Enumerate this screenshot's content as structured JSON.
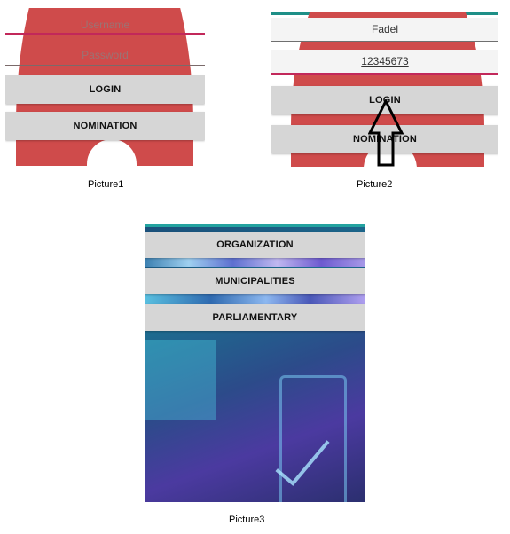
{
  "picture1": {
    "caption": "Picture1",
    "username_placeholder": "Username",
    "password_placeholder": "Password",
    "login_label": "LOGIN",
    "nomination_label": "NOMINATION"
  },
  "picture2": {
    "caption": "Picture2",
    "username_value": "Fadel",
    "password_value": "12345673",
    "login_label": "LOGIN",
    "nomination_label": "NOMINATION"
  },
  "picture3": {
    "caption": "Picture3",
    "buttons": [
      "ORGANIZATION",
      "MUNICIPALITIES",
      "PARLIAMENTARY"
    ]
  },
  "colors": {
    "arch_red": "#cf4b4b",
    "accent_teal": "#1e8f87",
    "field_line_pink": "#c2285a",
    "button_gray": "#d6d6d6"
  }
}
